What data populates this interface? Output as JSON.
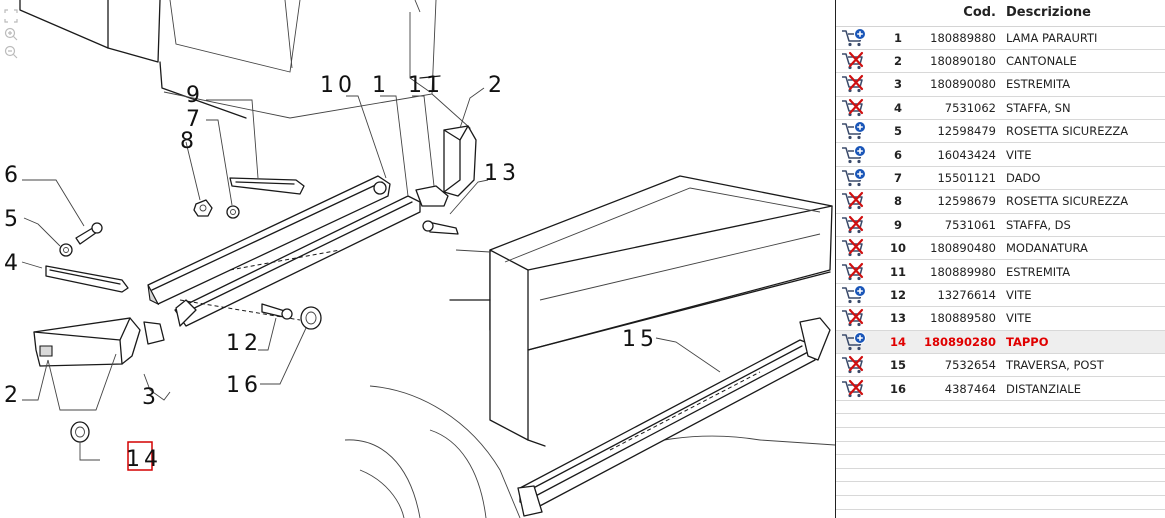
{
  "colors": {
    "selected_text": "#e00000",
    "selected_highlight_border": "#d40000",
    "cart_add": "#1a56b8",
    "cart_remove": "#d01010"
  },
  "toolbar": {
    "icons": [
      "fit-to-window-icon",
      "zoom-in-icon",
      "zoom-out-icon"
    ]
  },
  "diagram": {
    "callouts": {
      "c1": "1",
      "c2a": "2",
      "c2b": "2",
      "c3": "3",
      "c4": "4",
      "c5": "5",
      "c6": "6",
      "c7": "7",
      "c8": "8",
      "c9": "9",
      "c10": "10",
      "c11": "11",
      "c12": "12",
      "c13": "13",
      "c14": "14",
      "c15": "15",
      "c16": "16"
    },
    "highlighted_callout": "14"
  },
  "table": {
    "headers": {
      "code": "Cod.",
      "description": "Descrizione"
    },
    "rows": [
      {
        "num": "1",
        "code": "180889880",
        "desc": "LAMA PARAURTI",
        "cart": "add"
      },
      {
        "num": "2",
        "code": "180890180",
        "desc": "CANTONALE",
        "cart": "remove"
      },
      {
        "num": "3",
        "code": "180890080",
        "desc": "ESTREMITA",
        "cart": "remove"
      },
      {
        "num": "4",
        "code": "7531062",
        "desc": "STAFFA, SN",
        "cart": "remove"
      },
      {
        "num": "5",
        "code": "12598479",
        "desc": "ROSETTA SICUREZZA",
        "cart": "add"
      },
      {
        "num": "6",
        "code": "16043424",
        "desc": "VITE",
        "cart": "add"
      },
      {
        "num": "7",
        "code": "15501121",
        "desc": "DADO",
        "cart": "add"
      },
      {
        "num": "8",
        "code": "12598679",
        "desc": "ROSETTA SICUREZZA",
        "cart": "remove"
      },
      {
        "num": "9",
        "code": "7531061",
        "desc": "STAFFA, DS",
        "cart": "remove"
      },
      {
        "num": "10",
        "code": "180890480",
        "desc": "MODANATURA",
        "cart": "remove"
      },
      {
        "num": "11",
        "code": "180889980",
        "desc": "ESTREMITA",
        "cart": "remove"
      },
      {
        "num": "12",
        "code": "13276614",
        "desc": "VITE",
        "cart": "add"
      },
      {
        "num": "13",
        "code": "180889580",
        "desc": "VITE",
        "cart": "remove"
      },
      {
        "num": "14",
        "code": "180890280",
        "desc": "TAPPO",
        "cart": "add",
        "selected": true
      },
      {
        "num": "15",
        "code": "7532654",
        "desc": "TRAVERSA, POST",
        "cart": "remove"
      },
      {
        "num": "16",
        "code": "4387464",
        "desc": "DISTANZIALE",
        "cart": "remove"
      }
    ],
    "empty_rows": 8
  }
}
